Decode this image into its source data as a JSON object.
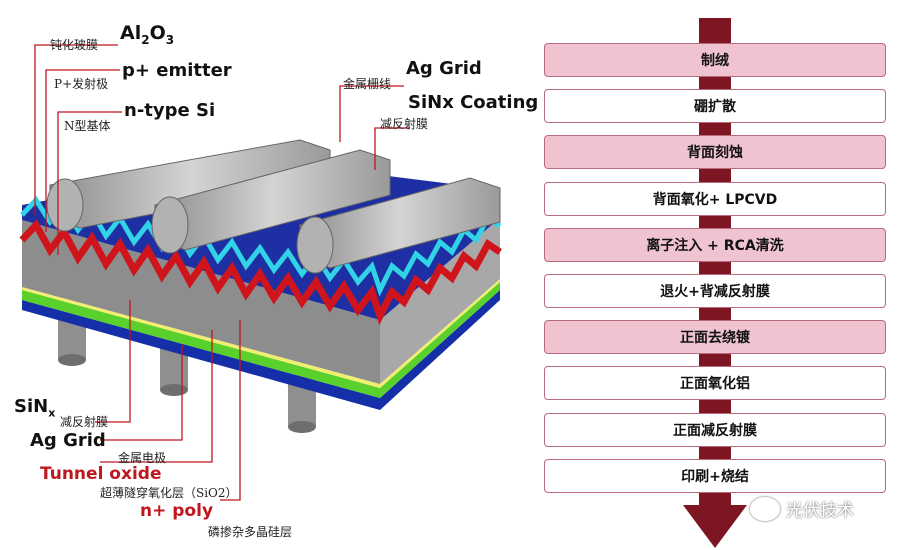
{
  "labels": {
    "al2o3_main": "Al",
    "al2o3_sub1": "2",
    "al2o3_o": "O",
    "al2o3_sub2": "3",
    "al2o3_cn": "钝化玻膜",
    "p_emitter": "p+ emitter",
    "p_emitter_cn": "P+发射极",
    "n_type": "n-type Si",
    "n_type_cn": "N型基体",
    "ag_grid_top": "Ag Grid",
    "ag_grid_top_cn": "金属栅线",
    "sinx_coating": "SiNx Coating",
    "sinx_coating_cn": "减反射膜",
    "sinx_bottom_main": "SiN",
    "sinx_bottom_sub": "x",
    "sinx_bottom_cn": "减反射膜",
    "ag_grid_bottom": "Ag Grid",
    "ag_grid_bottom_cn": "金属电极",
    "tunnel_oxide": "Tunnel oxide",
    "tunnel_oxide_cn": "超薄隧穿氧化层（SiO2）",
    "n_poly": "n+ poly",
    "n_poly_cn": "磷掺杂多晶硅层"
  },
  "process_steps": [
    {
      "label": "制绒",
      "style": "pink"
    },
    {
      "label": "硼扩散",
      "style": "white"
    },
    {
      "label": "背面刻蚀",
      "style": "pink"
    },
    {
      "label": "背面氧化+ LPCVD",
      "style": "white"
    },
    {
      "label": "离子注入 + RCA清洗",
      "style": "pink"
    },
    {
      "label": "退火+背减反射膜",
      "style": "white"
    },
    {
      "label": "正面去绕镀",
      "style": "pink"
    },
    {
      "label": "正面氧化铝",
      "style": "white"
    },
    {
      "label": "正面减反射膜",
      "style": "white"
    },
    {
      "label": "印刷+烧结",
      "style": "white"
    }
  ],
  "watermark": "光伏技术",
  "colors": {
    "arrow": "#7d1622",
    "step_pink": "#efc3cf",
    "step_border": "#b86b7e",
    "leader_line": "#c0161e"
  }
}
